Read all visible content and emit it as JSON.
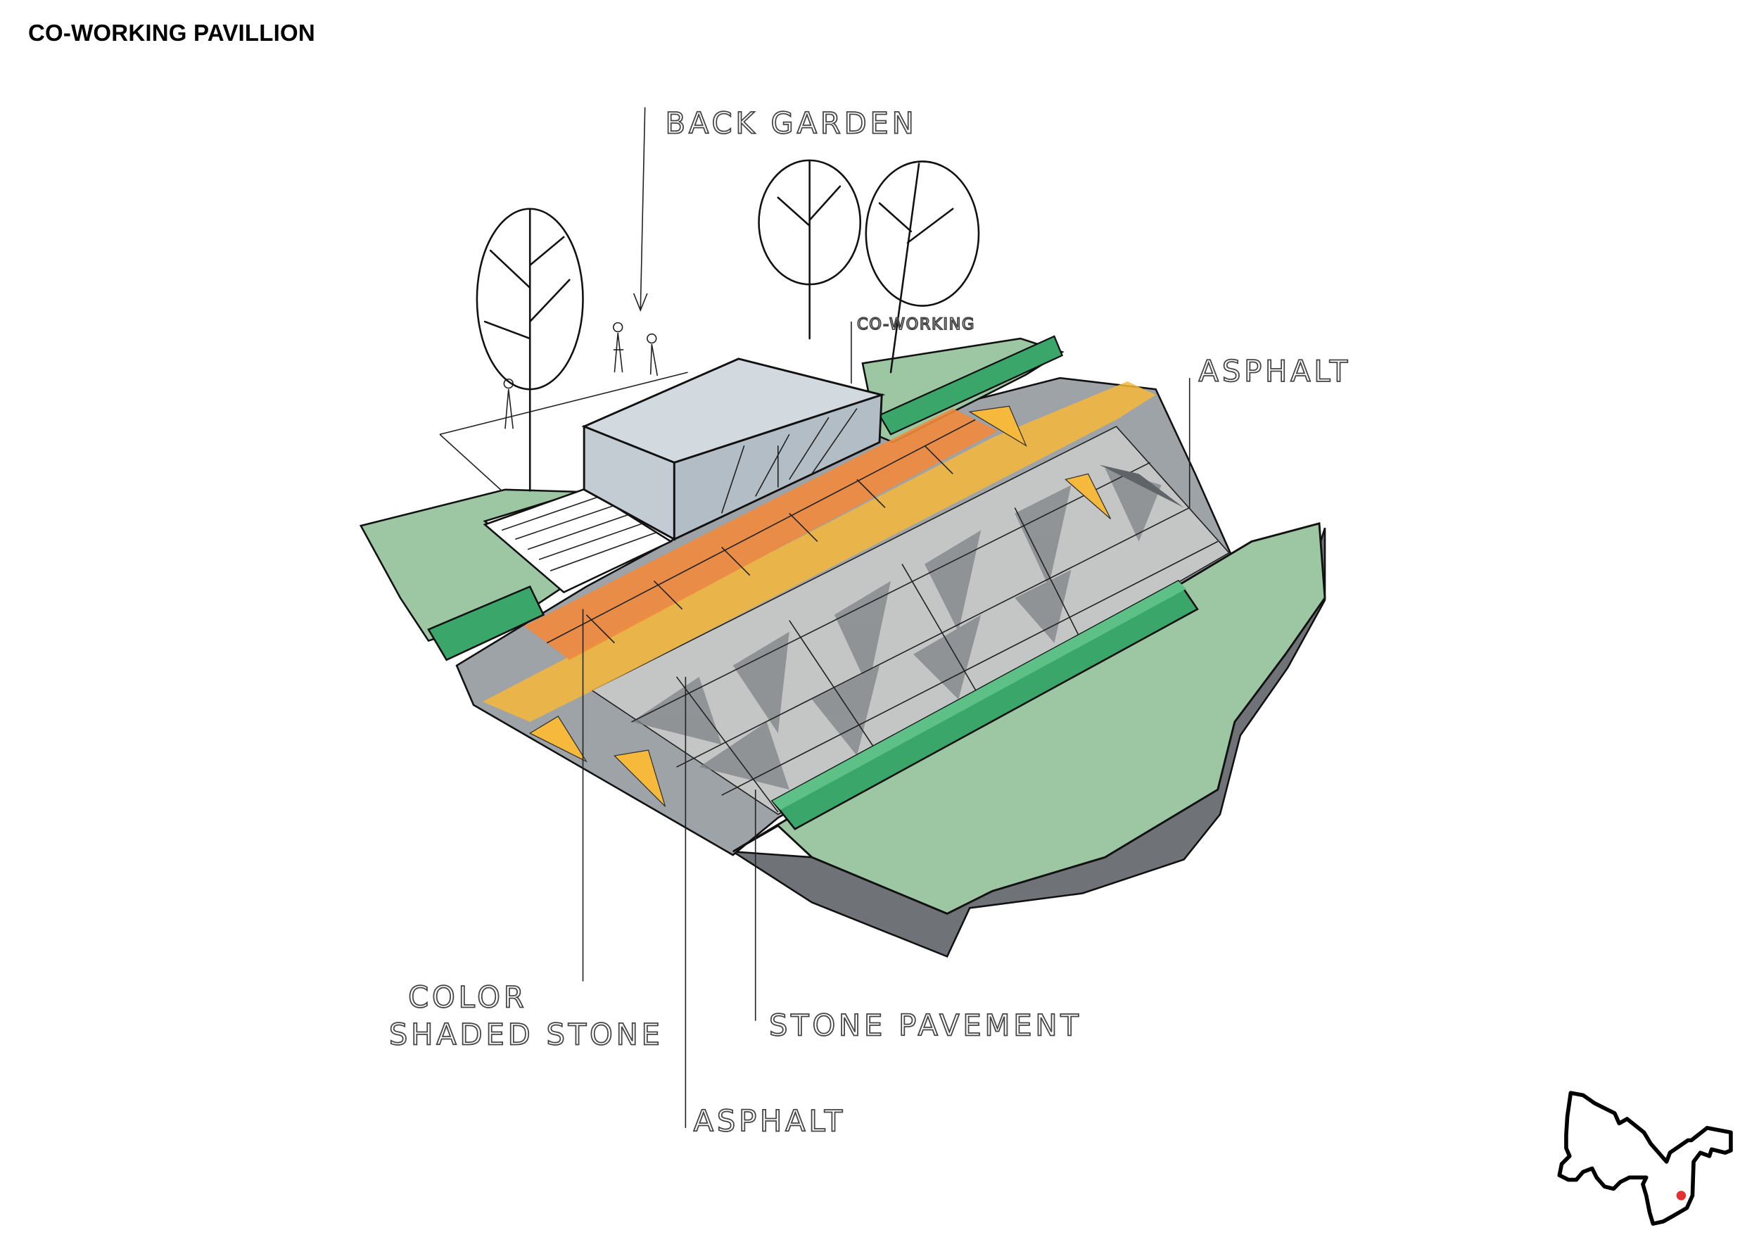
{
  "title": "CO-WORKING PAVILLION",
  "labels": {
    "back_garden": "BACK GARDEN",
    "co_working": "CO-WORKING",
    "asphalt_right": "ASPHALT",
    "color_line1": "COLOR",
    "color_line2": "SHADED STONE",
    "stone_pavement": "STONE PAVEMENT",
    "asphalt_bottom": "ASPHALT"
  },
  "colors": {
    "lawn": "#9dc7a2",
    "planter": "#3aa66a",
    "asphalt": "#9ea3a8",
    "building": "#c3ccd3",
    "orange": "#f08a3c",
    "yellow": "#f6b93b",
    "marker": "#e53030"
  }
}
